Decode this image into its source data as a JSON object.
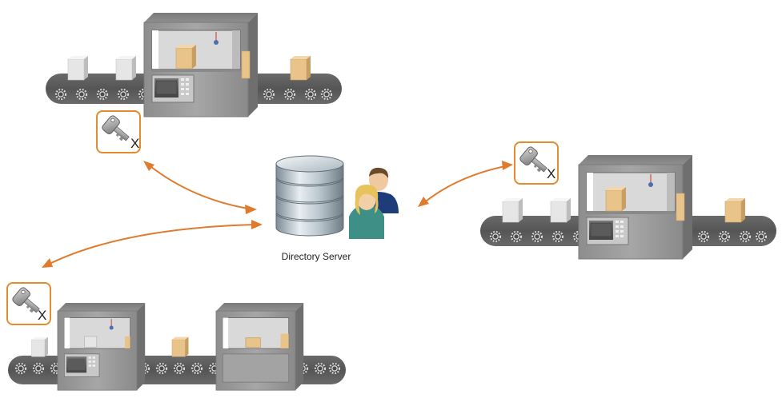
{
  "server": {
    "label": "Directory Server"
  },
  "key_badges": [
    {
      "mark": "X"
    },
    {
      "mark": "X"
    },
    {
      "mark": "X"
    }
  ],
  "colors": {
    "arrow": "#E07B2E",
    "badge_border": "#E58B2E",
    "machine_body": "#9A9A9A",
    "belt": "#5E5E5E",
    "box_tan": "#E8C48A",
    "box_white": "#E8E8E8"
  },
  "icons": [
    "conveyor-machine",
    "key-icon",
    "database-icon",
    "users-icon",
    "bidirectional-arrow"
  ]
}
